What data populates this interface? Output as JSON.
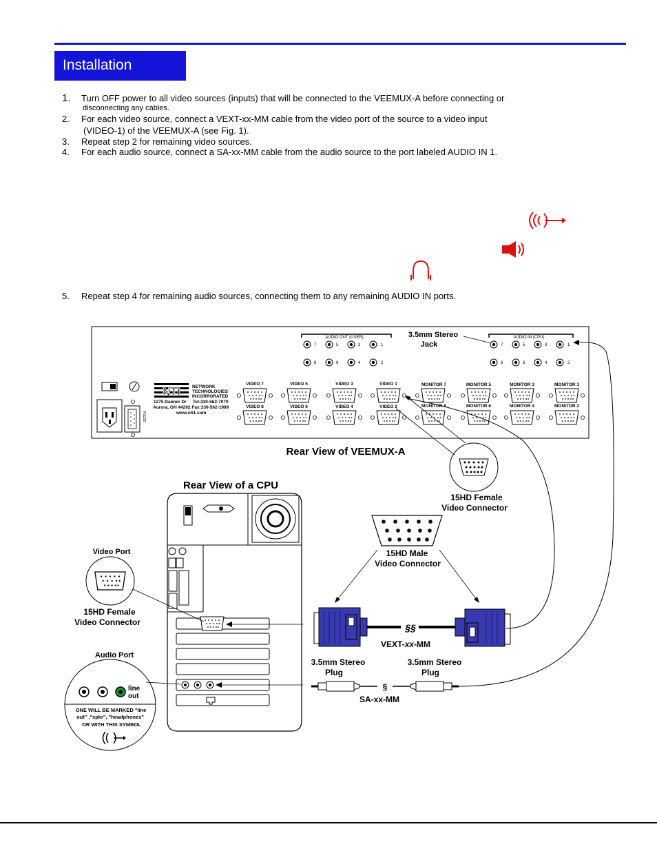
{
  "header": {
    "title": "Installation"
  },
  "steps": [
    {
      "num": "1.",
      "text": "Turn OFF power to all video sources (inputs) that will be connected to the VEEMUX-A before connecting or",
      "cont": "disconnecting any cables."
    },
    {
      "num": "2.",
      "text": "For each video source, connect a VEXT-xx-MM cable from the video port of the source to a video input",
      "cont": "(VIDEO-1) of the VEEMUX-A (see Fig. 1)."
    },
    {
      "num": "3.",
      "text": "Repeat step 2 for remaining video sources."
    },
    {
      "num": "4.",
      "text": "For each audio source,  connect a SA-xx-MM cable from the audio source to the port labeled AUDIO IN 1."
    },
    {
      "num": "5.",
      "text": "Repeat step 4 for remaining audio sources, connecting them to any remaining AUDIO IN ports."
    }
  ],
  "diagram": {
    "veemux_caption": "Rear View of VEEMUX-A",
    "cpu_caption": "Rear View of a CPU",
    "audio_out_label": "AUDIO OUT  (USER)",
    "audio_in_label": "AUDIO IN  (CPU)",
    "audio_out_numbers_top": [
      "7",
      "5",
      "3",
      "1"
    ],
    "audio_out_numbers_bottom": [
      "8",
      "6",
      "4",
      "2"
    ],
    "audio_in_numbers_top": [
      "7",
      "5",
      "3",
      "1"
    ],
    "audio_in_numbers_bottom": [
      "8",
      "6",
      "4",
      "2"
    ],
    "video_top": [
      "VIDEO 7",
      "VIDEO 5",
      "VIDEO 3",
      "VIDEO 1"
    ],
    "video_bottom": [
      "VIDEO 8",
      "VIDEO 6",
      "VIDEO 4",
      "VIDEO 2"
    ],
    "monitor_top": [
      "MONITOR 7",
      "MONITOR 5",
      "MONITOR 3",
      "MONITOR 1"
    ],
    "monitor_bottom": [
      "MONITOR 8",
      "MONITOR 6",
      "MONITOR 4",
      "MONITOR 2"
    ],
    "company_lines": [
      "NETWORK",
      "TECHNOLOGIES",
      "INCORPORATED"
    ],
    "tel": "Tel:330-562-7070",
    "address": "1275 Danner Dr",
    "city_fax": "Aurora, OH 44202 Fax:330-562-1999",
    "web": "www.nti1.com",
    "logo_text": "NTI",
    "rs232": "RS232",
    "jack_label_1": "3.5mm Stereo",
    "jack_label_2": "Jack",
    "female_15hd_1": "15HD Female",
    "female_15hd_2": "Video Connector",
    "male_15hd_1": "15HD Male",
    "male_15hd_2": "Video Connector",
    "video_port": "Video Port",
    "audio_port": "Audio Port",
    "line_out_1": "line",
    "line_out_2": "out",
    "marked_1": "ONE WILL BE MARKED \"line",
    "marked_2": "out\" ,\"spkr\", \"headphones\"",
    "marked_3": "OR WITH THIS SYMBOL",
    "vext_prefix": "VEXT-",
    "vext_italic": "xx",
    "vext_suffix": "-MM",
    "plug_1": "3.5mm Stereo",
    "plug_2": "Plug",
    "sa_cable": "SA-xx-MM"
  },
  "colors": {
    "accent": "#1414d8",
    "icon_red": "#dd1111",
    "connector_blue": "#3a3ab0",
    "line_out_green": "#1a9a3a"
  }
}
